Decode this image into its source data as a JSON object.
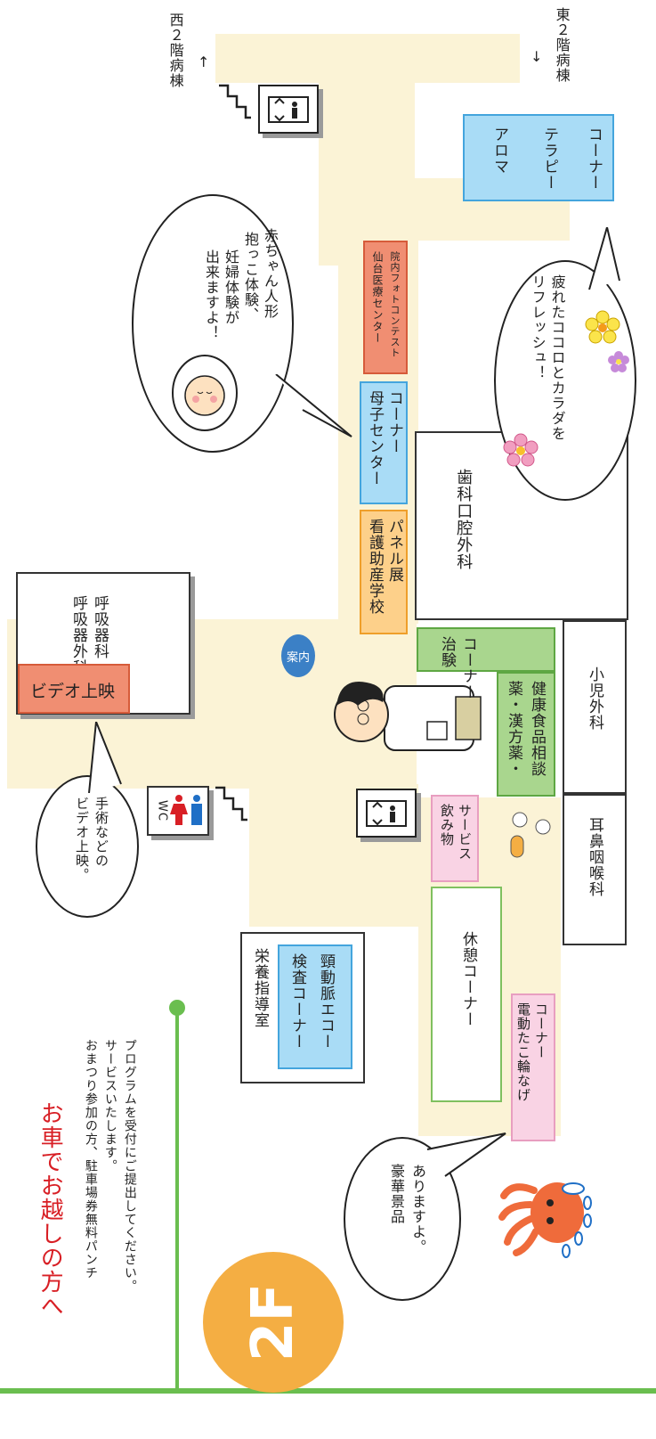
{
  "floor_badge": "2F",
  "header": {
    "title": "お車でお越しの方へ",
    "body": [
      "おまつり参加の方、駐車場券無料パンチ",
      "サービスいたします。",
      "プログラムを受付にご提出してください。"
    ]
  },
  "directions": {
    "west": "西２階病棟",
    "east": "東２階病棟",
    "arrow": "↑"
  },
  "departments": {
    "respiratory": [
      "呼吸器科",
      "呼吸器外科"
    ],
    "nutrition": "栄養指導室",
    "dental": "歯科口腔外科",
    "pediatric_surgery": "小児外科",
    "ent": "耳鼻咽喉科"
  },
  "corners": {
    "video": "ビデオ上映",
    "exam": [
      "検査コーナー",
      "頸動脈エコー"
    ],
    "rest": "休憩コーナー",
    "octopus": [
      "電動たこ輪なげ",
      "コーナー"
    ],
    "drinks": [
      "飲み物",
      "サービス"
    ],
    "medicine": [
      "薬・漢方薬・",
      "健康食品相談"
    ],
    "trial": [
      "治験",
      "コーナー"
    ],
    "nursing": [
      "看護助産学校",
      "パネル展"
    ],
    "maternal": [
      "母子センター",
      "コーナー"
    ],
    "photo": [
      "仙台医療センター",
      "院内フォトコンテスト"
    ],
    "aroma": [
      "アロマ",
      "テラピー",
      "コーナー"
    ]
  },
  "labels": {
    "info": "案内",
    "wc": "WC"
  },
  "bubbles": {
    "surgery": [
      "手術などの",
      "ビデオ上映。"
    ],
    "prizes": [
      "豪華景品",
      "ありますよ。"
    ],
    "baby": [
      "赤ちゃん人形",
      "抱っこ体験、",
      "妊婦体験が",
      "出来ますよ！"
    ],
    "refresh": [
      "疲れたココロとカラダを",
      "リフレッシュ！"
    ]
  },
  "colors": {
    "corridor": "#fbf3d6",
    "badge": "#f4ae43",
    "title": "#d81f25",
    "line": "#6abe4f"
  }
}
